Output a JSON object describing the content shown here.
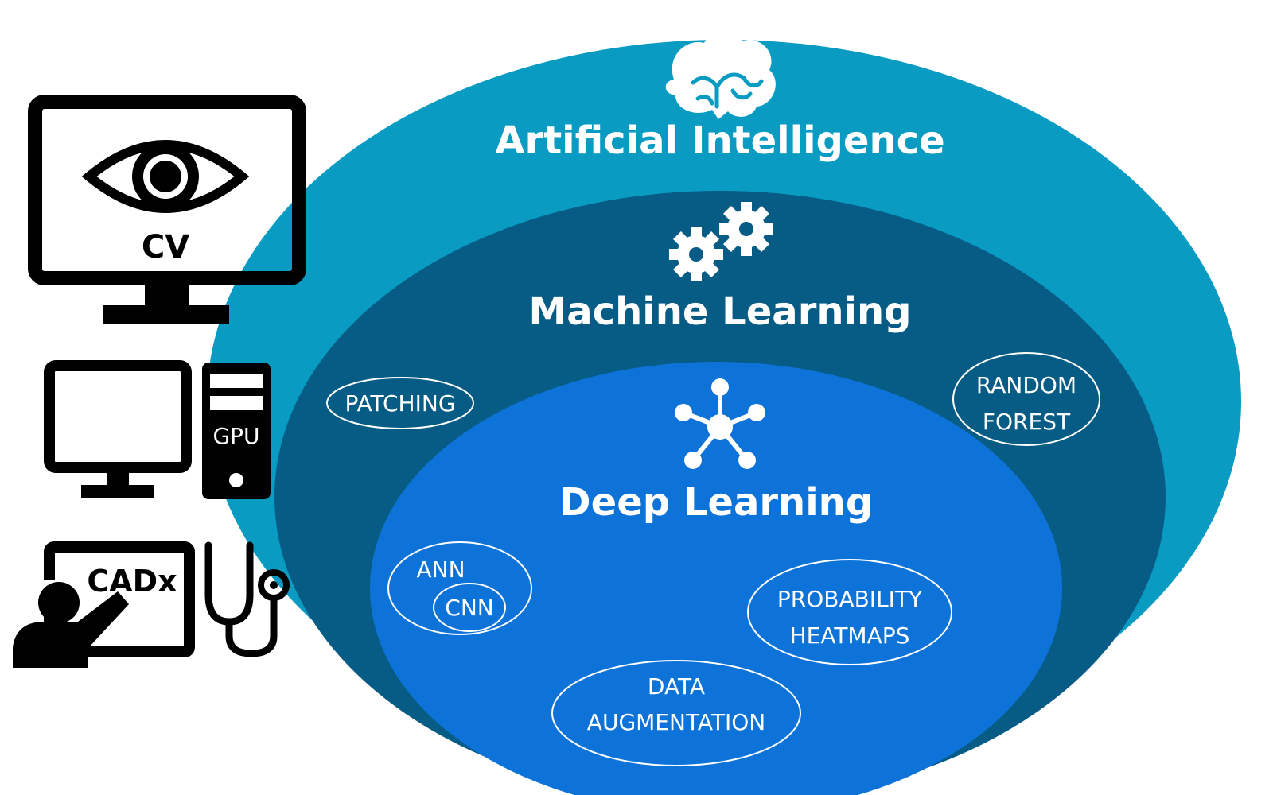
{
  "colors": {
    "ai_ring": "#0a9bc2",
    "ml_ring": "#075c86",
    "dl_core": "#0d73d8",
    "text": "#ffffff",
    "icons": "#000000"
  },
  "layers": {
    "ai": {
      "title": "Artificial Intelligence",
      "icon": "brain-icon"
    },
    "ml": {
      "title": "Machine Learning",
      "icon": "gears-icon"
    },
    "dl": {
      "title": "Deep Learning",
      "icon": "network-hub-icon"
    }
  },
  "tags": {
    "patching": "PATCHING",
    "random_forest": [
      "RANDOM",
      "FOREST"
    ],
    "ann": "ANN",
    "cnn": "CNN",
    "probability_heatmaps": [
      "PROBABILITY",
      "HEATMAPS"
    ],
    "data_augmentation": [
      "DATA",
      "AUGMENTATION"
    ]
  },
  "side_icons": {
    "cv": {
      "label": "CV",
      "icon": "monitor-eye-icon"
    },
    "gpu": {
      "label": "GPU",
      "icon": "computer-tower-icon"
    },
    "cadx": {
      "label": "CADx",
      "icon": "presenter-stethoscope-icon"
    }
  }
}
